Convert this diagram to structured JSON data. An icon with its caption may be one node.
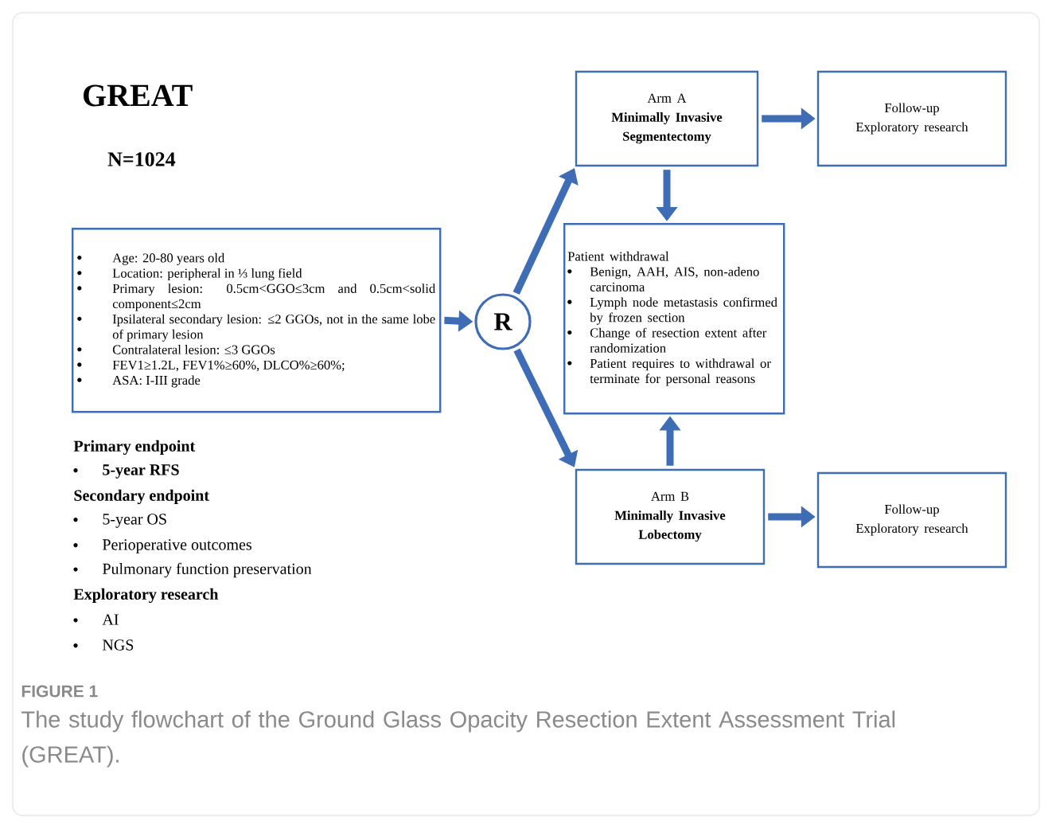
{
  "diagram": {
    "title": "GREAT",
    "caption": "The study flowchart of the Ground Glass Opacity Resection Extent Assessment Trial (GREAT).",
    "nodes": [
      {
        "text": [
          "Age: 20-80 years old",
          "Location: peripheral in ⅓ lung field",
          "Primary lesion: 0.5cm<GGO≤3cm and 0.5cm<solid component≤2cm",
          "Ipsilateral secondary lesion: ≤2 GGOs, not in the same lobe of primary lesion",
          "Contralateral lesion: ≤3 GGOs",
          "FEV1≥1.2L, FEV1%≥60%, DLCO%≥60%;",
          "ASA: I-III grade"
        ]
      },
      {
        "text": [
          "R"
        ]
      },
      {
        "text": [
          "Arm A",
          "Minimally Invasive Segmentectomy"
        ]
      },
      {
        "text": [
          "Follow-up",
          "Exploratory research"
        ]
      },
      {
        "text": [
          "Patient withdrawal",
          "Benign, AAH, AIS, non-adeno carcinoma",
          "Lymph node metastasis confirmed by frozen section",
          "Change of resection extent after randomization",
          "Patient requires to withdrawal or terminate for personal reasons"
        ]
      },
      {
        "text": [
          "Arm B",
          "Minimally Invasive Lobectomy"
        ]
      },
      {
        "text": [
          "Follow-up",
          "Exploratory research"
        ]
      }
    ],
    "edges": [
      {
        "from": 0,
        "to": 1,
        "arrow": "to"
      },
      {
        "from": 1,
        "to": 2,
        "arrow": "to"
      },
      {
        "from": 1,
        "to": 5,
        "arrow": "to"
      },
      {
        "from": 2,
        "to": 3,
        "arrow": "to"
      },
      {
        "from": 2,
        "to": 4,
        "arrow": "to"
      },
      {
        "from": 5,
        "to": 4,
        "arrow": "to"
      },
      {
        "from": 5,
        "to": 6,
        "arrow": "to"
      }
    ],
    "labels": [
      "N=1024",
      "Primary endpoint",
      "5-year RFS",
      "Secondary endpoint",
      "5-year OS",
      "Perioperative outcomes",
      "Pulmonary function preservation",
      "Exploratory research",
      "AI",
      "NGS",
      "FIGURE 1"
    ]
  }
}
